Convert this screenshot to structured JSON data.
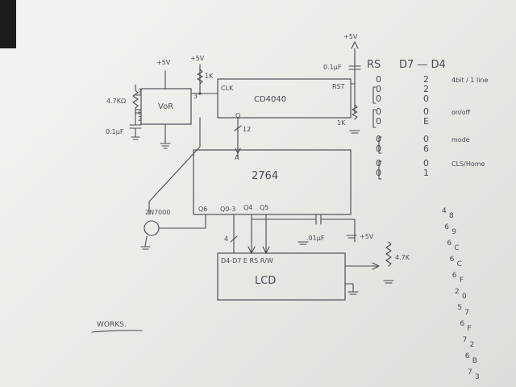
{
  "labels": {
    "vcc_555": "+5V",
    "vcc_pot": "+5V",
    "vcc_rst": "+5V",
    "r_pot": "1K",
    "r_timing": "4.7KΩ",
    "c_timing": "0.1μF",
    "chip_555": "VoR",
    "pin7": "7",
    "pin3": "3",
    "pin6": "6",
    "pin2": "2",
    "counter": "CD4040",
    "clk": "CLK",
    "rst": "RST",
    "q": "Q",
    "bus12": "12",
    "addr": "A",
    "c_rst": "0.1μF",
    "r_rst": "1K",
    "eprom": "2764",
    "q6": "Q6",
    "q03": "Q0-3",
    "q4": "Q4",
    "q5": "Q5",
    "transistor": "2N7000",
    "bus4": "4",
    "c_lcd": ".01μF",
    "vcc_lcd": "+5V",
    "lcd_pins": "D4-D7  E  RS  R/W",
    "lcd": "LCD",
    "pot_lcd": "4.7K",
    "works": "WORKS."
  },
  "table": {
    "head_rs": "RS",
    "head_d": "D7 — D4",
    "rows": [
      {
        "rs": "0",
        "d": "2",
        "note": "4bit / 1 line"
      },
      {
        "rs": "0",
        "d": "2",
        "note": ""
      },
      {
        "rs": "0",
        "d": "0",
        "note": ""
      },
      {
        "rs": "0",
        "d": "0",
        "note": "on/off"
      },
      {
        "rs": "0",
        "d": "E",
        "note": ""
      },
      {
        "rs": "0",
        "d": "0",
        "note": "mode"
      },
      {
        "rs": "0",
        "d": "6",
        "note": ""
      },
      {
        "rs": "0",
        "d": "0",
        "note": "CLS/Home"
      },
      {
        "rs": "0",
        "d": "1",
        "note": ""
      }
    ],
    "tail": [
      "4",
      "8",
      "6",
      "9",
      "6",
      "C",
      "6",
      "C",
      "6",
      "F",
      "2",
      "0",
      "5",
      "7",
      "6",
      "F",
      "7",
      "2",
      "6",
      "B",
      "7",
      "3"
    ]
  },
  "colors": {
    "ink": "#4a4a52",
    "paper": "#efefec"
  }
}
